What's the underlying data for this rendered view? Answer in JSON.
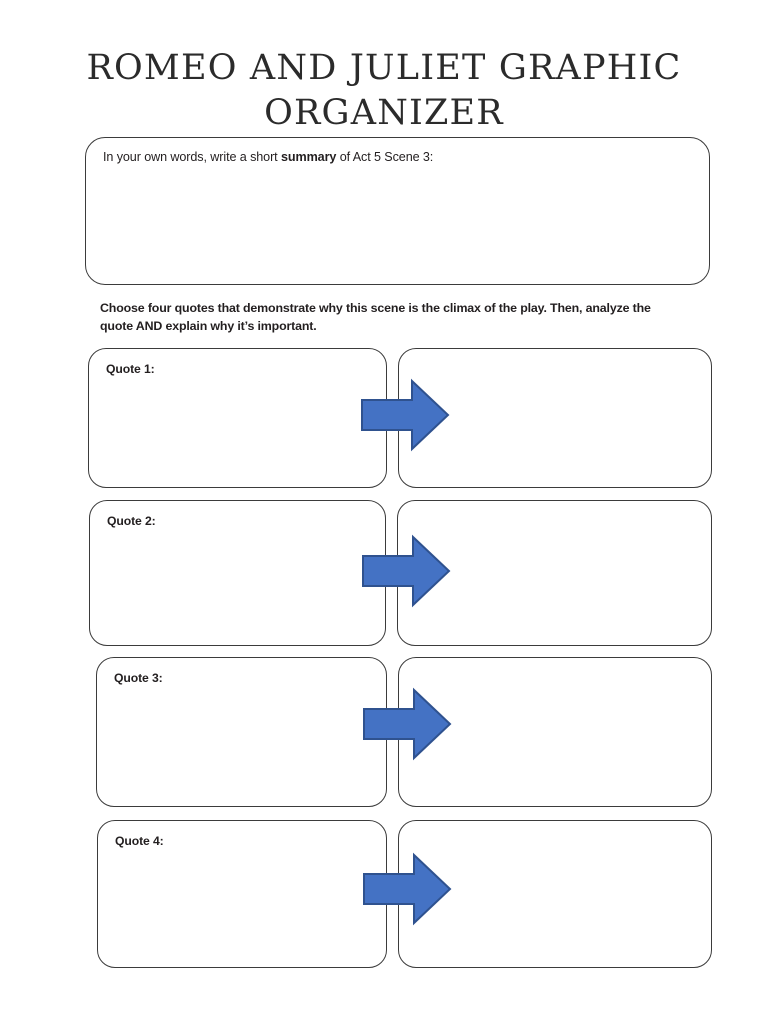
{
  "document": {
    "title_line1": "Romeo and Juliet Graphic",
    "title_line2": "Organizer"
  },
  "summary_section": {
    "prompt_prefix": "In your own words, write a short ",
    "prompt_emphasis": "summary",
    "prompt_suffix": " of Act 5 Scene 3:",
    "answer_value": ""
  },
  "instruction": {
    "text": "Choose four quotes that demonstrate why this scene is the climax of the play. Then, analyze the quote AND explain why it’s important."
  },
  "quote_rows": [
    {
      "label": "Quote 1:",
      "quote_value": "",
      "analysis_value": "",
      "arrow_icon": "right-arrow-icon"
    },
    {
      "label": "Quote 2:",
      "quote_value": "",
      "analysis_value": "",
      "arrow_icon": "right-arrow-icon"
    },
    {
      "label": "Quote 3:",
      "quote_value": "",
      "analysis_value": "",
      "arrow_icon": "right-arrow-icon"
    },
    {
      "label": "Quote 4:",
      "quote_value": "",
      "analysis_value": "",
      "arrow_icon": "right-arrow-icon"
    }
  ],
  "colors": {
    "arrow_fill": "#4472C4",
    "arrow_stroke": "#2F528F",
    "box_border": "#3B3B3B",
    "text": "#231F20",
    "page_background": "#FFFFFF"
  }
}
